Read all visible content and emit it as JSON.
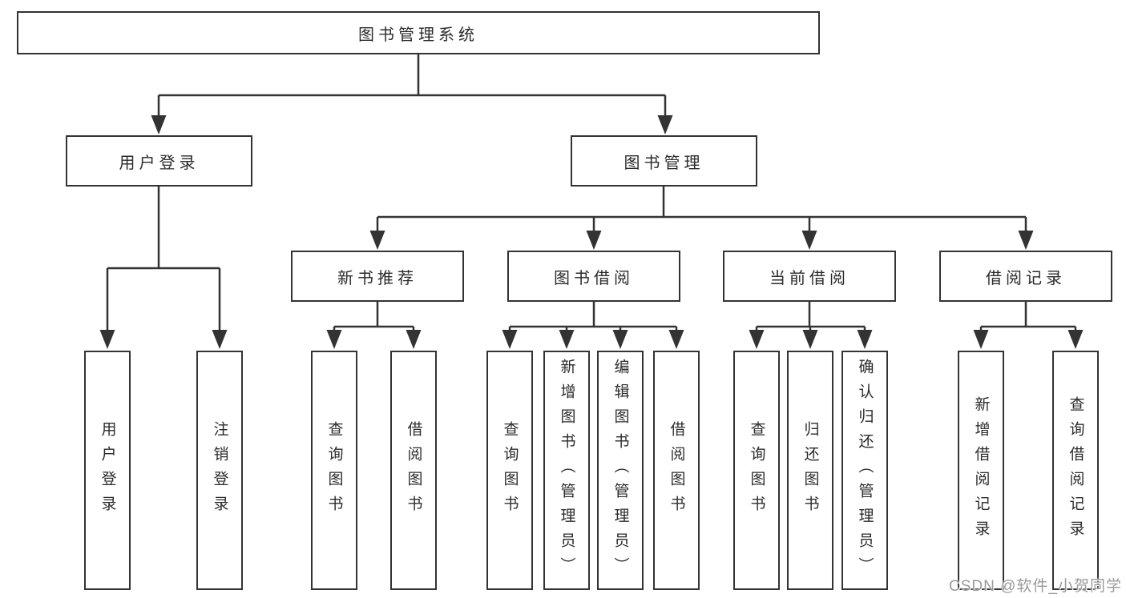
{
  "diagram": {
    "root": {
      "label": "图书管理系统"
    },
    "branches": [
      {
        "label": "用户登录",
        "children": [
          "用户登录",
          "注销登录"
        ]
      },
      {
        "label": "图书管理",
        "sections": [
          {
            "label": "新书推荐",
            "children": [
              "查询图书",
              "借阅图书"
            ]
          },
          {
            "label": "图书借阅",
            "children": [
              "查询图书",
              "新增图书（管理员）",
              "编辑图书（管理员）",
              "借阅图书"
            ]
          },
          {
            "label": "当前借阅",
            "children": [
              "查询图书",
              "归还图书",
              "确认归还（管理员）"
            ]
          },
          {
            "label": "借阅记录",
            "children": [
              "新增借阅记录",
              "查询借阅记录"
            ]
          }
        ]
      }
    ]
  },
  "watermark": {
    "text": "CSDN @软件_小贺同学"
  },
  "colors": {
    "line": "#333333",
    "box_border": "#333333",
    "text": "#2b2b2b",
    "watermark": "#9a9a9a",
    "background": "#ffffff"
  }
}
